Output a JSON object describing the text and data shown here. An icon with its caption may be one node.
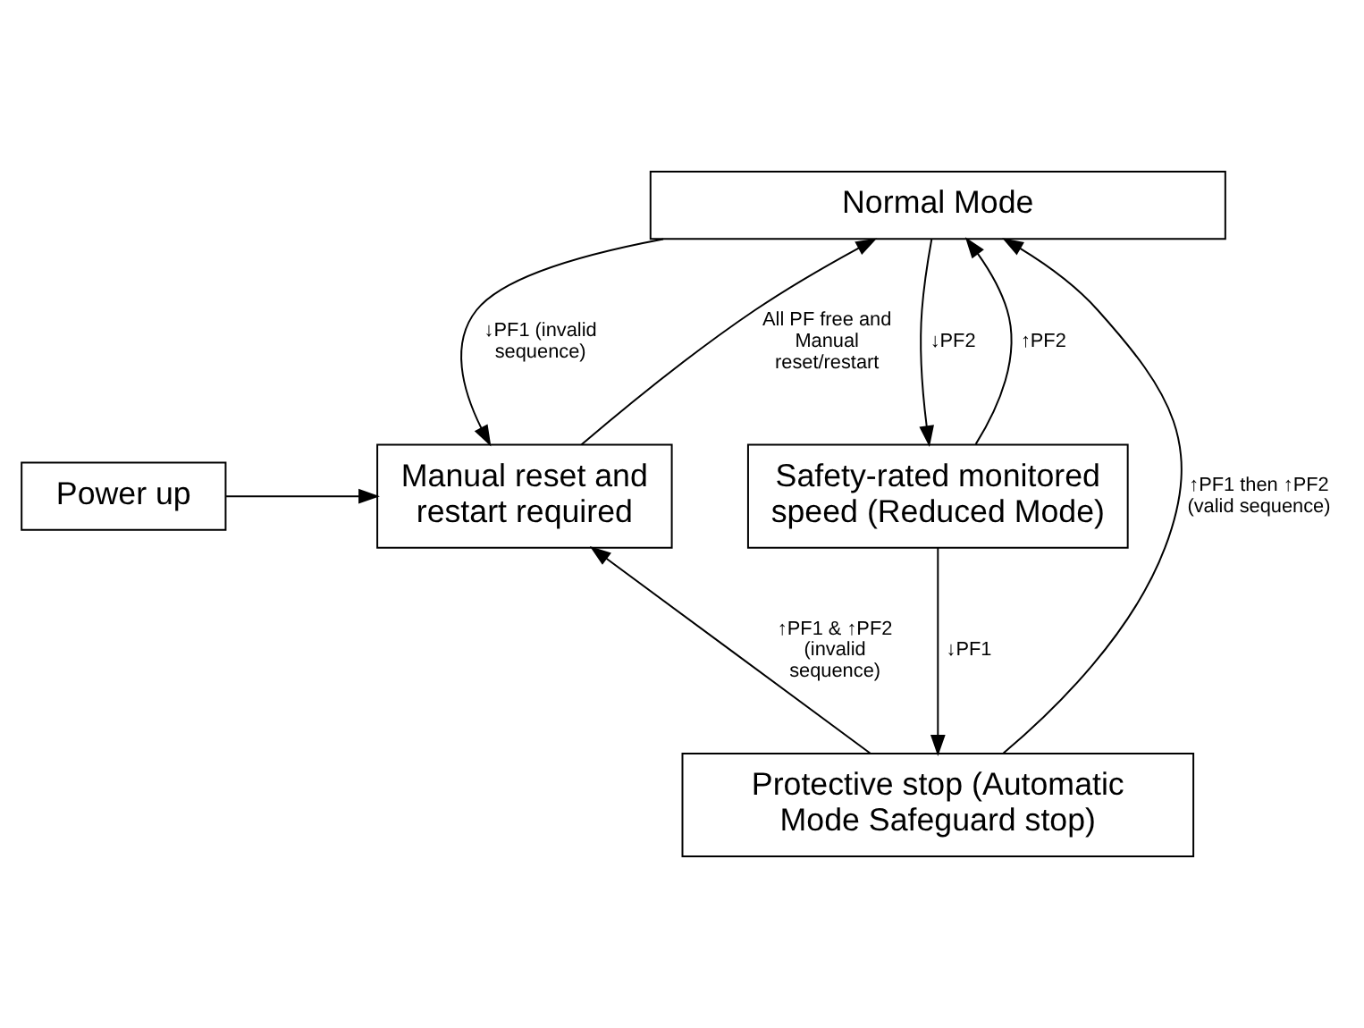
{
  "diagram": {
    "nodes": [
      {
        "text": [
          "Normal Mode"
        ]
      },
      {
        "text": [
          "Power up"
        ]
      },
      {
        "text": [
          "Manual reset and restart required"
        ]
      },
      {
        "text": [
          "Safety-rated monitored speed (Reduced Mode)"
        ]
      },
      {
        "text": [
          "Protective stop (Automatic Mode Safeguard stop)"
        ]
      }
    ],
    "edges": [
      {
        "from": 0,
        "to": 2,
        "arrow": "to",
        "label": "↓PF1 (invalid sequence)"
      },
      {
        "from": 2,
        "to": 0,
        "arrow": "to",
        "label": "All PF free and Manual reset/restart"
      },
      {
        "from": 1,
        "to": 2,
        "arrow": "to"
      },
      {
        "from": 4,
        "to": 0,
        "arrow": "to",
        "label": "↑PF1 then ↑PF2 (valid sequence)"
      },
      {
        "from": 3,
        "to": 0,
        "arrow": "to",
        "label": "↑PF2"
      },
      {
        "from": 0,
        "to": 3,
        "arrow": "to",
        "label": "↓PF2"
      },
      {
        "from": 3,
        "to": 4,
        "arrow": "to",
        "label": "↓PF1"
      },
      {
        "from": 4,
        "to": 2,
        "arrow": "to",
        "label": "↑PF1 & ↑PF2 (invalid sequence)"
      }
    ]
  }
}
